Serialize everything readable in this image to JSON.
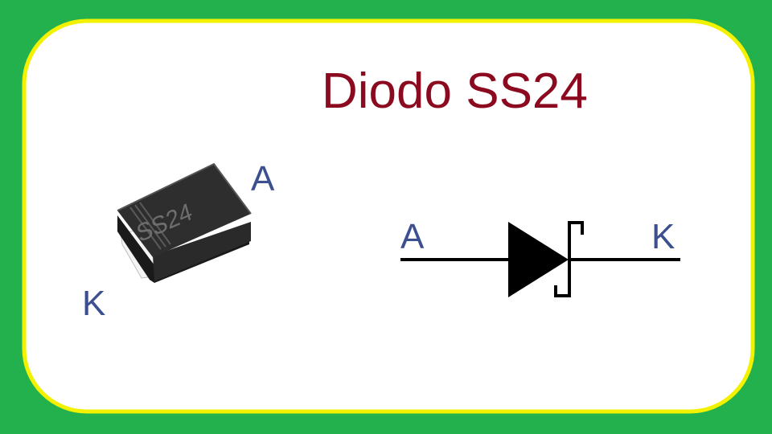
{
  "title": "Diodo SS24",
  "package": {
    "marking": "SS24",
    "anode_label": "A",
    "cathode_label": "K"
  },
  "symbol": {
    "anode_label": "A",
    "cathode_label": "K"
  },
  "colors": {
    "background": "#22b14c",
    "panel": "#ffffff",
    "panel_border": "#f2f200",
    "title": "#8b0a1f",
    "labels": "#3c4f8e"
  }
}
